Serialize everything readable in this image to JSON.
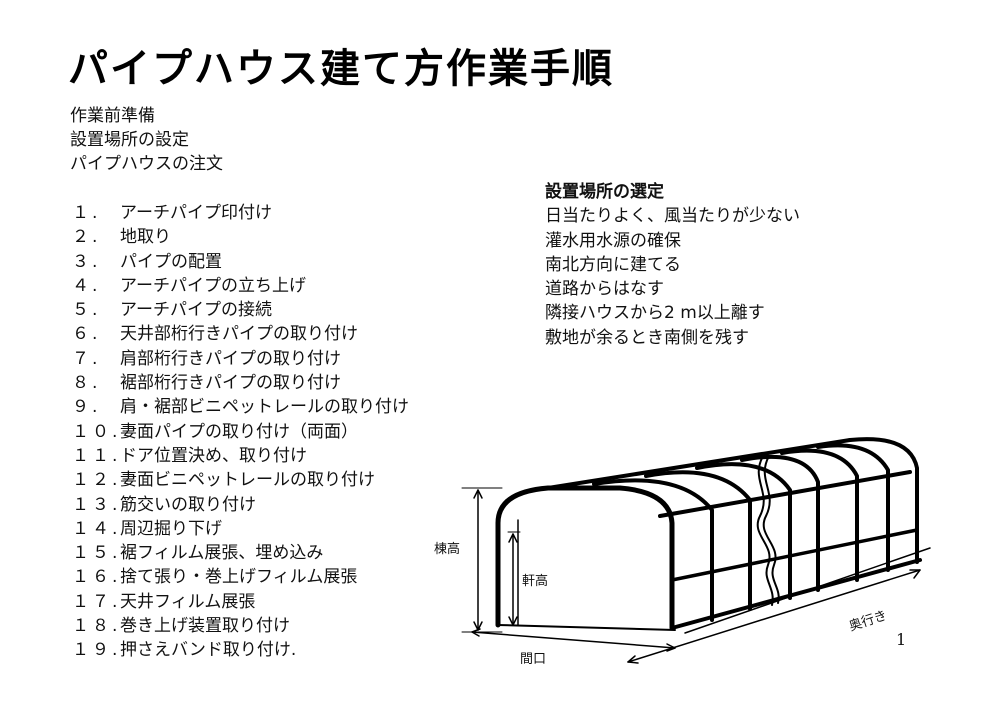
{
  "title": "パイプハウス建て方作業手順",
  "preparation": [
    "作業前準備",
    "設置場所の設定",
    "パイプハウスの注文"
  ],
  "steps": [
    {
      "num": "１.",
      "text": "アーチパイプ印付け"
    },
    {
      "num": "２.",
      "text": "地取り"
    },
    {
      "num": "３.",
      "text": "パイプの配置"
    },
    {
      "num": "４.",
      "text": "アーチパイプの立ち上げ"
    },
    {
      "num": "５.",
      "text": "アーチパイプの接続"
    },
    {
      "num": "６.",
      "text": "天井部桁行きパイプの取り付け"
    },
    {
      "num": "７.",
      "text": "肩部桁行きパイプの取り付け"
    },
    {
      "num": "８.",
      "text": "裾部桁行きパイプの取り付け"
    },
    {
      "num": "９.",
      "text": "肩・裾部ビニペットレールの取り付け"
    },
    {
      "num": "１０.",
      "text": "妻面パイプの取り付け（両面）"
    },
    {
      "num": "１１.",
      "text": "ドア位置決め、取り付け"
    },
    {
      "num": "１２.",
      "text": "妻面ビニペットレールの取り付け"
    },
    {
      "num": "１３.",
      "text": "筋交いの取り付け"
    },
    {
      "num": "１４.",
      "text": "周辺掘り下げ"
    },
    {
      "num": "１５.",
      "text": "裾フィルム展張、埋め込み"
    },
    {
      "num": "１６.",
      "text": "捨て張り・巻上げフィルム展張"
    },
    {
      "num": "１７.",
      "text": "天井フィルム展張"
    },
    {
      "num": "１８.",
      "text": "巻き上げ装置取り付け"
    },
    {
      "num": "１９.",
      "text": "押さえバンド取り付け."
    }
  ],
  "site_selection": {
    "heading": "設置場所の選定",
    "items": [
      "日当たりよく、風当たりが少ない",
      "灌水用水源の確保",
      "南北方向に建てる",
      "道路からはなす",
      "隣接ハウスから2 m以上離す",
      "敷地が余るとき南側を残す"
    ]
  },
  "diagram_labels": {
    "ridge_height": "棟高",
    "eave_height": "軒高",
    "depth": "奥行き",
    "width": "間口"
  },
  "page_number": "1"
}
